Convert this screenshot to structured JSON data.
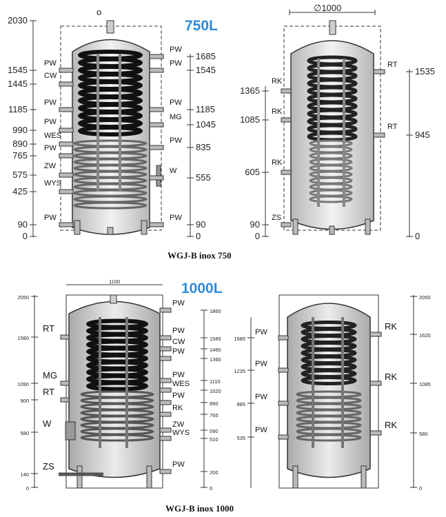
{
  "top": {
    "volume": "750L",
    "caption": "WGJ-B inox 750",
    "left_scale": [
      "2030",
      "1545",
      "1445",
      "1185",
      "990",
      "890",
      "765",
      "575",
      "425",
      "90",
      "0"
    ],
    "left_labels": [
      "PW",
      "CW",
      "PW",
      "PW",
      "WES",
      "PW",
      "ZW",
      "WYS",
      "PW"
    ],
    "right_scale": [
      "1685",
      "1545",
      "1185",
      "1045",
      "835",
      "555",
      "90",
      "0"
    ],
    "right_labels": [
      "PW",
      "PW",
      "PW",
      "MG",
      "PW",
      "W",
      "PW"
    ],
    "top_marker": "o",
    "side_diameter": "∅1000",
    "side_left_scale": [
      "1365",
      "1085",
      "605",
      "90",
      "0"
    ],
    "side_left_labels": [
      "RK",
      "RK",
      "RK",
      "ZS"
    ],
    "side_right_scale": [
      "1535",
      "945",
      "0"
    ],
    "side_right_labels": [
      "RT",
      "RT"
    ]
  },
  "bottom": {
    "volume": "1000L",
    "caption": "WGJ-B inox 1000",
    "width_dim": "1100",
    "left_scale": [
      "2050",
      "1580",
      "1090",
      "900",
      "580",
      "140",
      "0"
    ],
    "left_labels": [
      "RT",
      "MG",
      "RT",
      "W",
      "ZS"
    ],
    "right_scale": [
      "1860",
      "1585",
      "1460",
      "1360",
      "1110",
      "1020",
      "890",
      "765",
      "590",
      "510",
      "200",
      "0"
    ],
    "right_labels": [
      "PW",
      "PW",
      "CW",
      "PW",
      "PW",
      "WES",
      "PW",
      "RK",
      "ZW",
      "WYS",
      "PW"
    ],
    "side_left_scale": [
      "1585",
      "1235",
      "885",
      "535"
    ],
    "side_left_labels": [
      "PW",
      "PW",
      "PW",
      "PW"
    ],
    "side_right_scale": [
      "2050",
      "1620",
      "1085",
      "580",
      "0"
    ],
    "side_right_labels": [
      "RK",
      "RK",
      "RK"
    ]
  },
  "colors": {
    "accent": "#2b8be0",
    "tank_fill": "#d9d9d9",
    "coil": "#111111"
  }
}
